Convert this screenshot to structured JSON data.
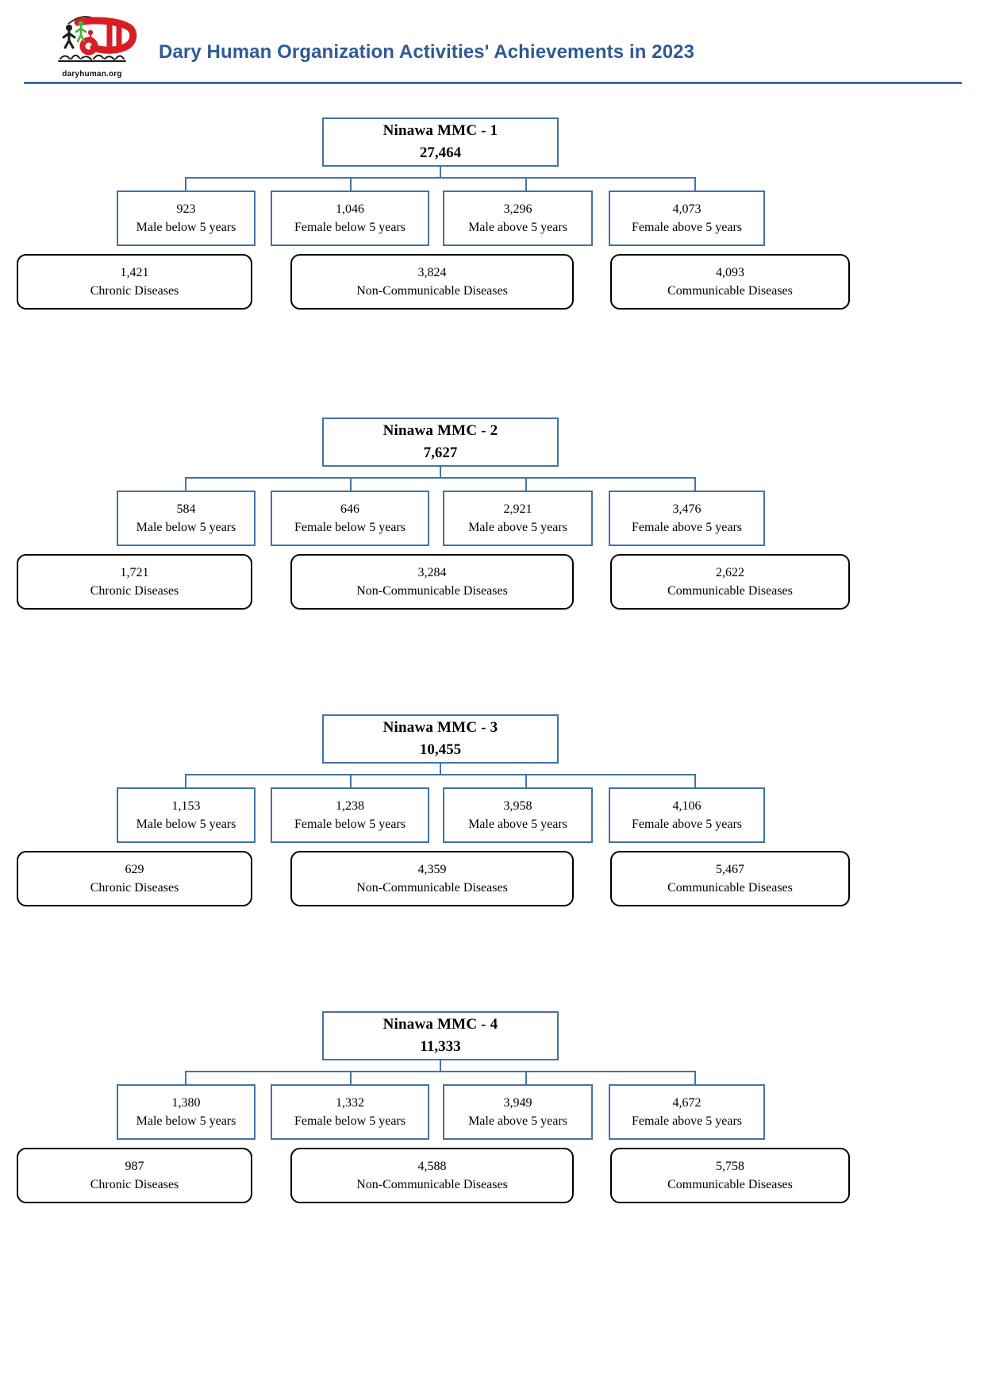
{
  "header": {
    "title": "Dary Human Organization Activities' Achievements in 2023",
    "logo_url": "daryhuman.org",
    "accent_color": "#2E5A96",
    "rule_color": "#3E6DA8",
    "logo_red": "#D81E24",
    "logo_green": "#4CAF3F",
    "logo_black": "#1A1A1A"
  },
  "chart_data": {
    "type": "diagram",
    "title": "Dary Human Organization Activities' Achievements in 2023",
    "node_border_color": "#4472A8",
    "leaf_border_color": "#000000",
    "demographic_labels": [
      "Male below 5 years",
      "Female below 5 years",
      "Male above 5 years",
      "Female above 5 years"
    ],
    "disease_labels": [
      "Chronic Diseases",
      "Non-Communicable Diseases",
      "Communicable Diseases"
    ],
    "sections": [
      {
        "title": "Ninawa MMC - 1",
        "total": "27,464",
        "demographics": [
          {
            "value": "923",
            "label": "Male below 5 years"
          },
          {
            "value": "1,046",
            "label": "Female below 5 years"
          },
          {
            "value": "3,296",
            "label": "Male above 5 years"
          },
          {
            "value": "4,073",
            "label": "Female above 5 years"
          }
        ],
        "diseases": [
          {
            "value": "1,421",
            "label": "Chronic Diseases"
          },
          {
            "value": "3,824",
            "label": "Non-Communicable Diseases"
          },
          {
            "value": "4,093",
            "label": "Communicable Diseases"
          }
        ]
      },
      {
        "title": "Ninawa MMC - 2",
        "total": "7,627",
        "demographics": [
          {
            "value": "584",
            "label": "Male below 5 years"
          },
          {
            "value": "646",
            "label": "Female below 5 years"
          },
          {
            "value": "2,921",
            "label": "Male above 5 years"
          },
          {
            "value": "3,476",
            "label": "Female above 5 years"
          }
        ],
        "diseases": [
          {
            "value": "1,721",
            "label": "Chronic Diseases"
          },
          {
            "value": "3,284",
            "label": "Non-Communicable Diseases"
          },
          {
            "value": "2,622",
            "label": "Communicable Diseases"
          }
        ]
      },
      {
        "title": "Ninawa MMC - 3",
        "total": "10,455",
        "demographics": [
          {
            "value": "1,153",
            "label": "Male below 5 years"
          },
          {
            "value": "1,238",
            "label": "Female below 5 years"
          },
          {
            "value": "3,958",
            "label": "Male above 5 years"
          },
          {
            "value": "4,106",
            "label": "Female above 5 years"
          }
        ],
        "diseases": [
          {
            "value": "629",
            "label": "Chronic Diseases"
          },
          {
            "value": "4,359",
            "label": "Non-Communicable Diseases"
          },
          {
            "value": "5,467",
            "label": "Communicable Diseases"
          }
        ]
      },
      {
        "title": "Ninawa MMC - 4",
        "total": "11,333",
        "demographics": [
          {
            "value": "1,380",
            "label": "Male below 5 years"
          },
          {
            "value": "1,332",
            "label": "Female below 5 years"
          },
          {
            "value": "3,949",
            "label": "Male above 5 years"
          },
          {
            "value": "4,672",
            "label": "Female above 5 years"
          }
        ],
        "diseases": [
          {
            "value": "987",
            "label": "Chronic Diseases"
          },
          {
            "value": "4,588",
            "label": "Non-Communicable Diseases"
          },
          {
            "value": "5,758",
            "label": "Communicable Diseases"
          }
        ]
      }
    ]
  }
}
